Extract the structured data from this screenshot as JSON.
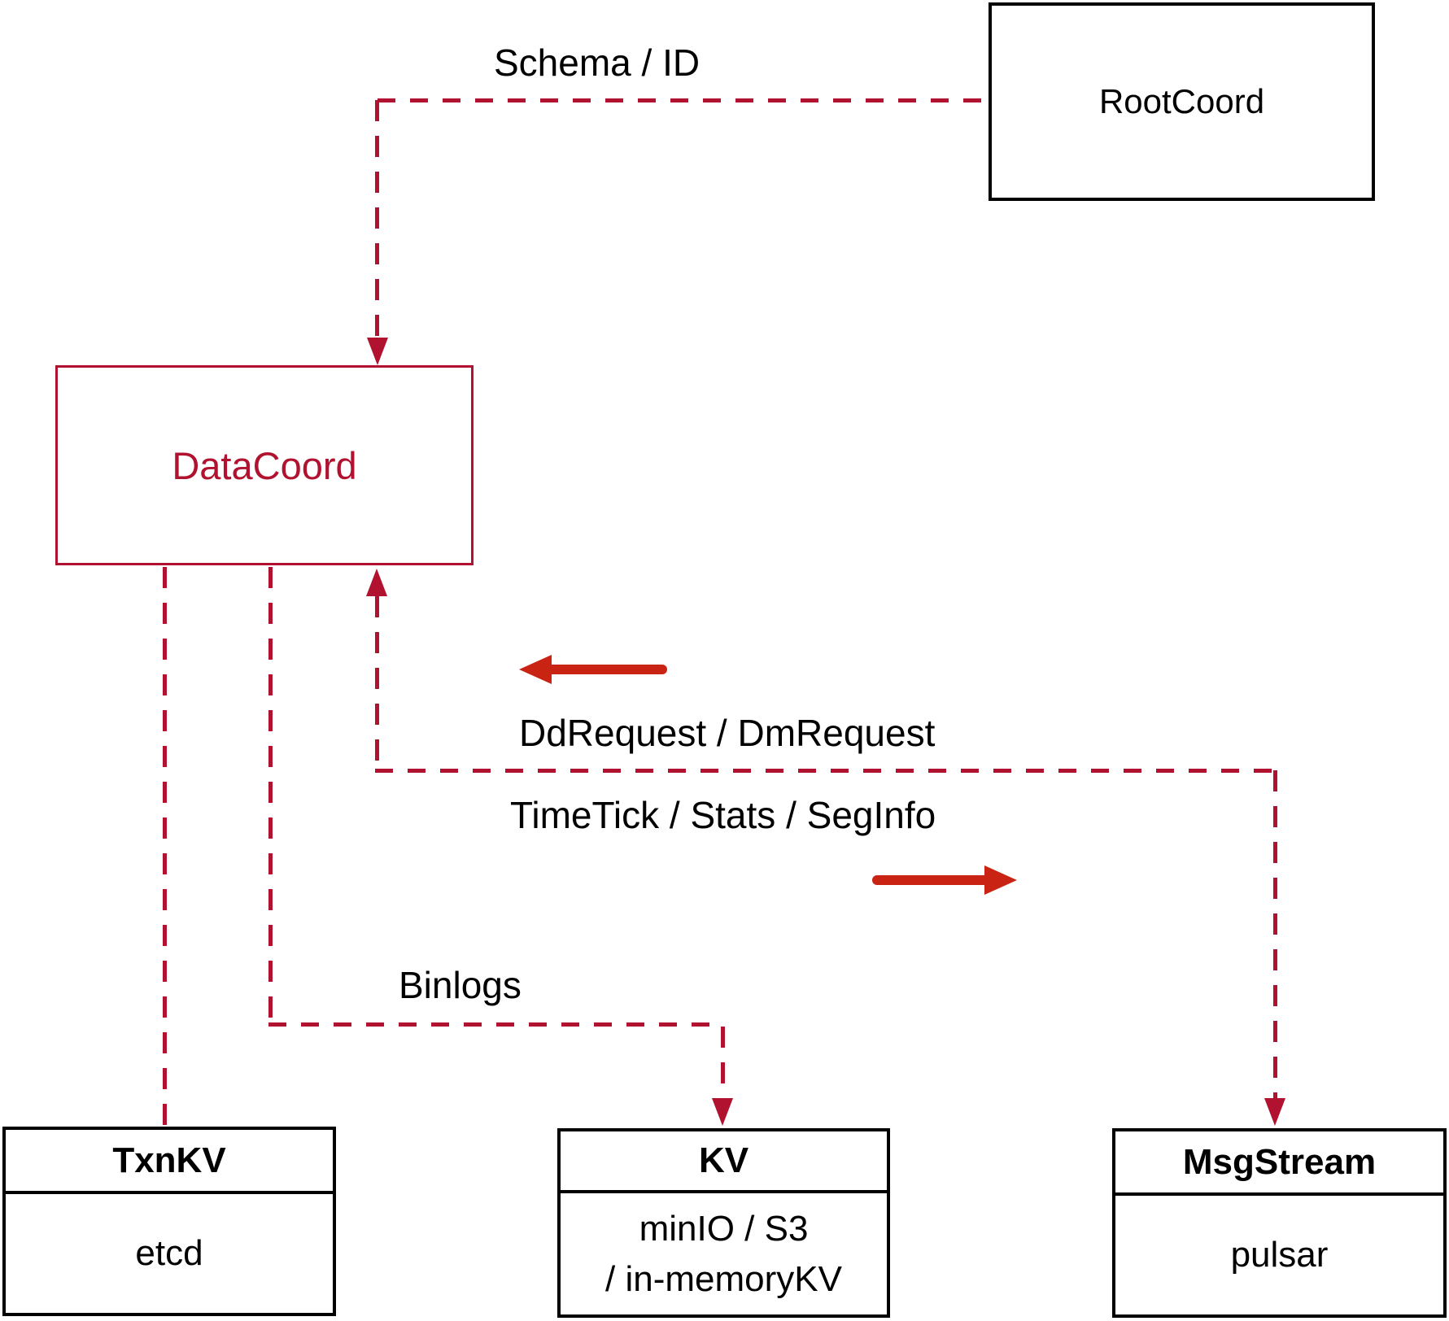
{
  "colors": {
    "dashed-red": "#b0122f",
    "solid-red": "#c92313",
    "box-black": "#000000",
    "label-black": "#000000",
    "canvas-bg": "#ffffff"
  },
  "nodes": {
    "rootcoord": {
      "label": "RootCoord"
    },
    "datacoord": {
      "label": "DataCoord"
    },
    "txnkv": {
      "title": "TxnKV",
      "body": "etcd"
    },
    "kv": {
      "title": "KV",
      "body_line1": "minIO / S3",
      "body_line2": "/ in-memoryKV"
    },
    "msgstream": {
      "title": "MsgStream",
      "body": "pulsar"
    }
  },
  "edges": {
    "schema_id": {
      "label": "Schema / ID"
    },
    "dd_dm_request": {
      "label": "DdRequest / DmRequest"
    },
    "timetick_stats_seginfo": {
      "label": "TimeTick / Stats / SegInfo"
    },
    "binlogs": {
      "label": "Binlogs"
    }
  }
}
